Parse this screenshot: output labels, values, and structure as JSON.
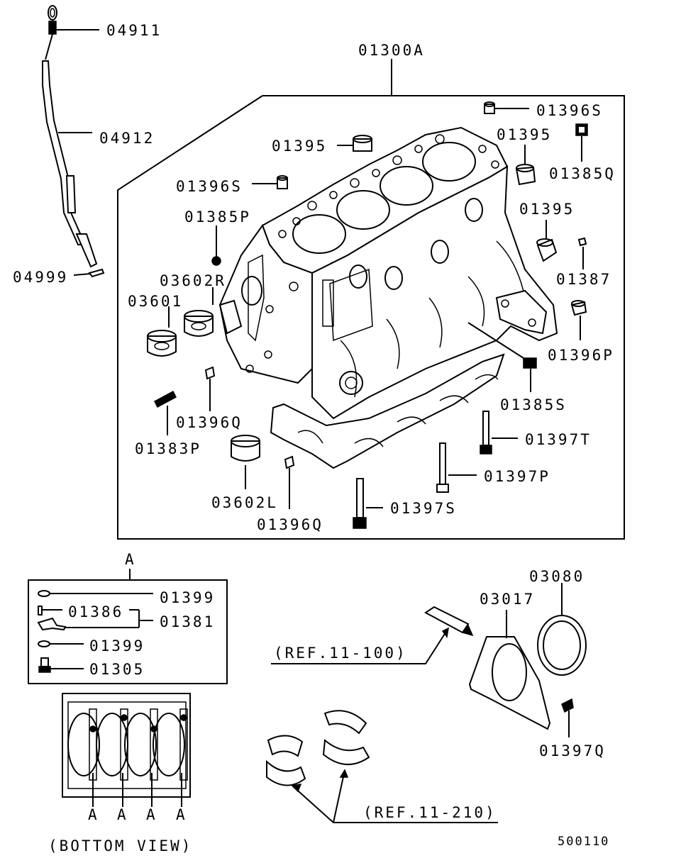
{
  "diagram": {
    "labels": {
      "p04911": "04911",
      "p04912": "04912",
      "p04999": "04999",
      "p01300A": "01300A",
      "p01396S_top": "01396S",
      "p01395_a": "01395",
      "p01395_b": "01395",
      "p01385Q": "01385Q",
      "p01396S_left": "01396S",
      "p01385P": "01385P",
      "p01395_c": "01395",
      "p03602R": "03602R",
      "p03601": "03601",
      "p01387": "01387",
      "p01396P": "01396P",
      "p01385S": "01385S",
      "p01396Q_a": "01396Q",
      "p01383P": "01383P",
      "p01397T": "01397T",
      "p01397P": "01397P",
      "p03602L": "03602L",
      "p01397S": "01397S",
      "p01396Q_b": "01396Q",
      "detailA": "A",
      "p01399_a": "01399",
      "p01386": "01386",
      "p01381": "01381",
      "p01399_b": "01399",
      "p01305": "01305",
      "p03080": "03080",
      "p03017": "03017",
      "ref11_100": "(REF.11-100)",
      "ref11_210": "(REF.11-210)",
      "p01397Q": "01397Q",
      "bottomA1": "A",
      "bottomA2": "A",
      "bottomA3": "A",
      "bottomA4": "A",
      "bottomView": "(BOTTOM VIEW)",
      "figureNo": "500110"
    }
  }
}
